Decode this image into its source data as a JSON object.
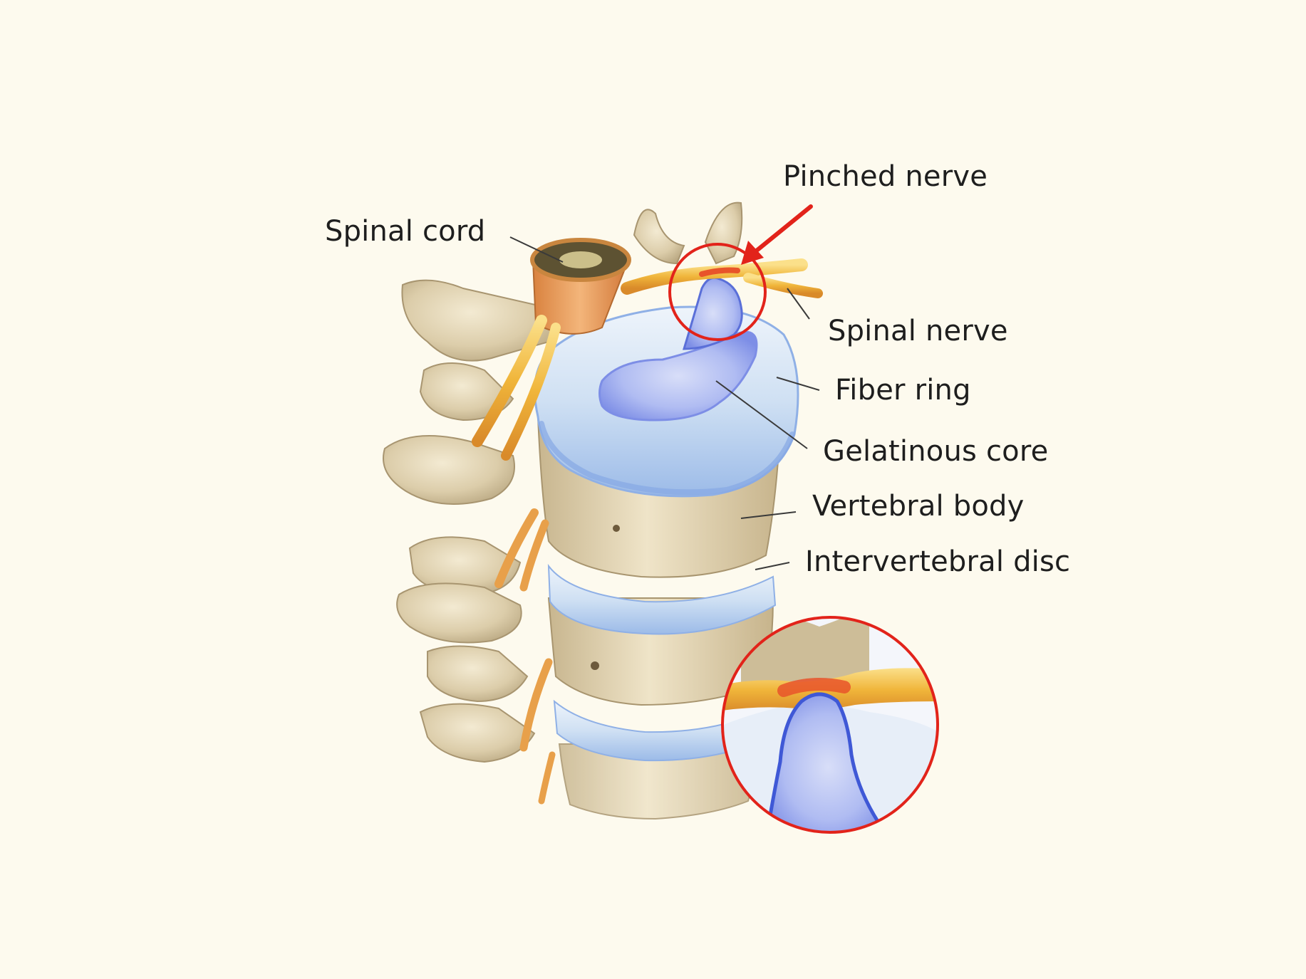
{
  "labels": {
    "pinched_nerve": "Pinched nerve",
    "spinal_cord": "Spinal cord",
    "spinal_nerve": "Spinal nerve",
    "fiber_ring": "Fiber ring",
    "gelatinous_core": "Gelatinous core",
    "vertebral_body": "Vertebral body",
    "intervertebral_disc": "Intervertebral disc"
  },
  "colors": {
    "background": "#fdfaee",
    "bone": "#dccdaa",
    "bone_shadow": "#a89570",
    "disc": "#d8e7f4",
    "disc_edge": "#8fb0e6",
    "core": "#a8b6f0",
    "core_edge": "#5a6fd8",
    "nerve": "#f0b53a",
    "nerve_inflamed": "#e8542a",
    "cord": "#e8a46a",
    "highlight": "#e2231a",
    "leader_line": "#3a3a3a",
    "text": "#1e1e1e"
  }
}
